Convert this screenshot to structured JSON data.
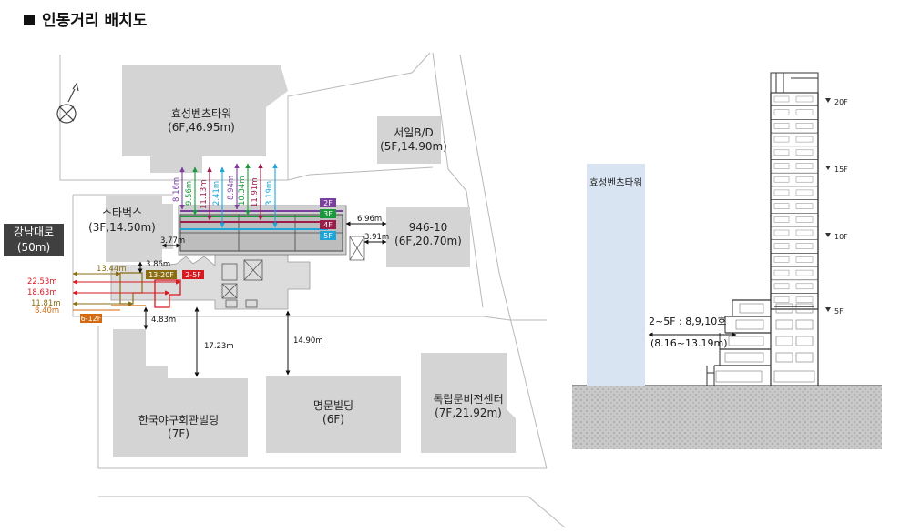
{
  "title": "인동거리 배치도",
  "road": {
    "name": "강남대로",
    "width": "(50m)"
  },
  "buildings": {
    "hyosung": {
      "name": "효성벤츠타워",
      "info": "(6F,46.95m)"
    },
    "seoil": {
      "name": "서일B/D",
      "info": "(5F,14.90m)"
    },
    "starbucks": {
      "name": "스타벅스",
      "info": "(3F,14.50m)"
    },
    "b946": {
      "name": "946-10",
      "info": "(6F,20.70m)"
    },
    "kbo": {
      "name": "한국야구회관빌딩",
      "info": "(7F)"
    },
    "myeongmun": {
      "name": "명문빌딩",
      "info": "(6F)"
    },
    "dokrip": {
      "name": "독립문비전센터",
      "info": "(7F,21.92m)"
    }
  },
  "north_distances": [
    "8.16m",
    "9.56m",
    "11.13m",
    "2.41m",
    "8.94m",
    "10.34m",
    "11.91m",
    "3.19m"
  ],
  "floor_tags": [
    "2F",
    "3F",
    "4F",
    "5F"
  ],
  "distances": {
    "east_upper": "6.96m",
    "east_lower": "3.91m",
    "west_starbucks": "3.77m",
    "north_gap": "3.86m",
    "west_13_44": "13.44m",
    "west_22_53": "22.53m",
    "west_18_63": "18.63m",
    "west_11_81": "11.81m",
    "west_8_40": "8.40m",
    "south_4_83": "4.83m",
    "south_17_23": "17.23m",
    "south_14_90": "14.90m"
  },
  "tags": {
    "f13_20": "13-20F",
    "f2_5": "2-5F",
    "f6_12": "6-12F"
  },
  "section": {
    "neighbor": "효성벤츠타워",
    "note_line1": "2~5F : 8,9,10호",
    "note_line2": "(8.16~13.19m)",
    "levels": [
      "20F",
      "15F",
      "10F",
      "5F"
    ]
  }
}
